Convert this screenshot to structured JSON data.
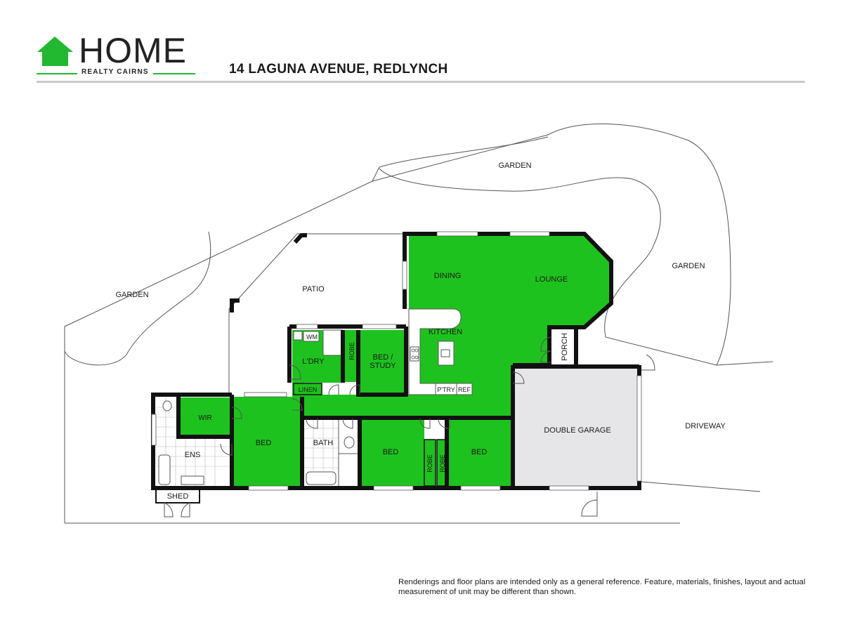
{
  "brand": {
    "name": "HOME",
    "tagline": "REALTY CAIRNS",
    "accent_color": "#22b830"
  },
  "header": {
    "address": "14 LAGUNA AVENUE, REDLYNCH"
  },
  "plan": {
    "room_color": "#1ec21e",
    "garage_color": "#e6e5e8",
    "wall_color": "#111111",
    "rooms": {
      "dining": "DINING",
      "lounge": "LOUNGE",
      "kitchen": "KITCHEN",
      "pantry": "P'TRY",
      "fridge": "REF",
      "bed_study_line1": "BED /",
      "bed_study_line2": "STUDY",
      "laundry": "L'DRY",
      "washing_machine": "WM",
      "robe_study": "ROBE",
      "linen": "LINEN",
      "porch": "PORCH",
      "double_garage": "DOUBLE GARAGE",
      "wir": "WIR",
      "ensuite": "ENS",
      "master_bed": "BED",
      "bath": "BATH",
      "bed_2": "BED",
      "bed_3": "BED",
      "robe_2": "ROBE",
      "robe_3": "ROBE",
      "shed": "SHED"
    },
    "outdoor": {
      "garden_top": "GARDEN",
      "garden_left": "GARDEN",
      "garden_right": "GARDEN",
      "patio": "PATIO",
      "driveway": "DRIVEWAY"
    }
  },
  "footer": {
    "disclaimer": "Renderings and floor plans are intended only as a general reference. Feature, materials, finishes, layout and actual measurement of unit may be different than shown."
  }
}
